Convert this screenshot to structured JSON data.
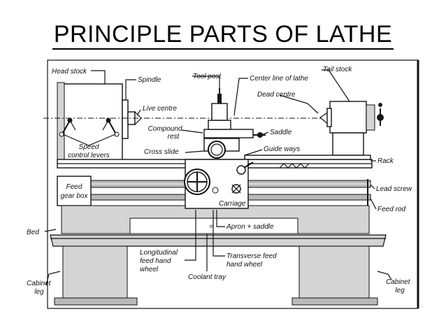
{
  "title": "PRINCIPLE PARTS OF LATHE",
  "labels": {
    "head_stock": "Head stock",
    "spindle": "Spindle",
    "tool_post": "Tool post",
    "center_line": "Center line of lathe",
    "tail_stock": "Tail stock",
    "dead_centre": "Dead centre",
    "live_centre": "Live centre",
    "compound_rest_1": "Compound",
    "compound_rest_2": "rest",
    "saddle": "Saddle",
    "speed_1": "Speed",
    "speed_2": "control levers",
    "cross_slide": "Cross slide",
    "guide_ways": "Guide ways",
    "rack": "Rack",
    "feed_gear_1": "Feed",
    "feed_gear_2": "gear box",
    "lead_screw": "Lead screw",
    "carriage": "Carriage",
    "feed_rod": "Feed rod",
    "bed": "Bed",
    "apron_saddle": "Apron + saddle",
    "long_1": "Longitudinal",
    "long_2": "feed hand",
    "long_3": "wheel",
    "trans_1": "Transverse feed",
    "trans_2": "hand wheel",
    "coolant": "Coolant tray",
    "cab_left_1": "Cabinet",
    "cab_left_2": "leg",
    "cab_right_1": "Cabinet",
    "cab_right_2": "leg",
    "apron_eq": "="
  }
}
